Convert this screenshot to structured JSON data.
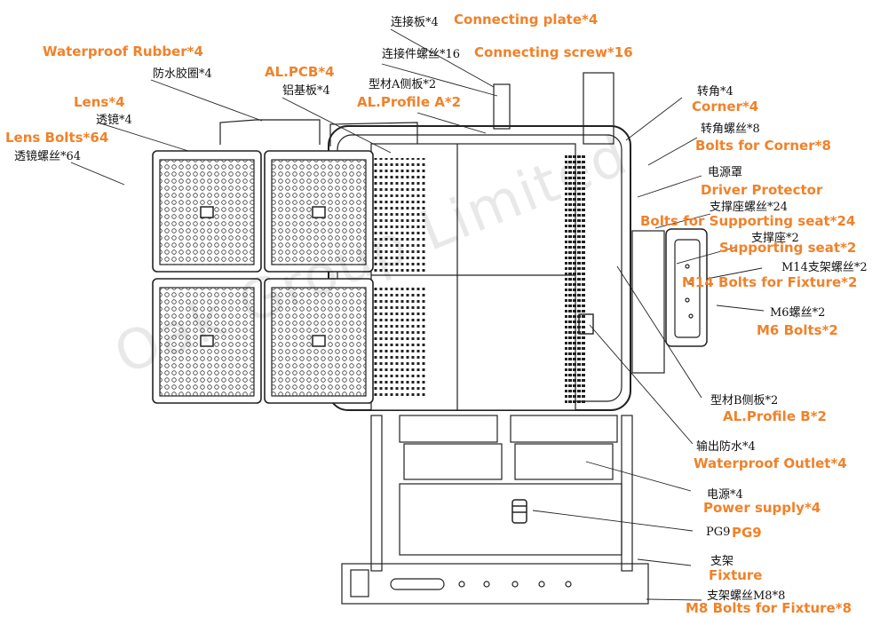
{
  "watermark": "Oak Group Limited",
  "accent_color": "#f0822a",
  "labels": [
    {
      "id": "connecting-plate",
      "cn": "连接板*4",
      "en": "Connecting plate*4"
    },
    {
      "id": "connecting-screw",
      "cn": "连接件螺丝*16",
      "en": "Connecting screw*16"
    },
    {
      "id": "waterproof-rubber",
      "cn": "防水胶圈*4",
      "en": "Waterproof Rubber*4"
    },
    {
      "id": "al-pcb",
      "cn": "铝基板*4",
      "en": "AL.PCB*4"
    },
    {
      "id": "al-profile-a",
      "cn": "型材A侧板*2",
      "en": "AL.Profile A*2"
    },
    {
      "id": "lens",
      "cn": "透镜*4",
      "en": "Lens*4"
    },
    {
      "id": "lens-bolts",
      "cn": "透镜螺丝*64",
      "en": "Lens Bolts*64"
    },
    {
      "id": "corner",
      "cn": "转角*4",
      "en": "Corner*4"
    },
    {
      "id": "bolts-corner",
      "cn": "转角螺丝*8",
      "en": "Bolts for Corner*8"
    },
    {
      "id": "driver-protector",
      "cn": "电源罩",
      "en": "Driver Protector"
    },
    {
      "id": "bolts-supporting-seat",
      "cn": "支撑座螺丝*24",
      "en": "Bolts for Supporting seat*24"
    },
    {
      "id": "supporting-seat",
      "cn": "支撑座*2",
      "en": "Supporting seat*2"
    },
    {
      "id": "m14-bolts",
      "cn": "M14支架螺丝*2",
      "en": "M14 Bolts for Fixture*2"
    },
    {
      "id": "m6-bolts",
      "cn": "M6螺丝*2",
      "en": "M6 Bolts*2"
    },
    {
      "id": "al-profile-b",
      "cn": "型材B侧板*2",
      "en": "AL.Profile B*2"
    },
    {
      "id": "waterproof-outlet",
      "cn": "输出防水*4",
      "en": "Waterproof Outlet*4"
    },
    {
      "id": "power-supply",
      "cn": "电源*4",
      "en": "Power supply*4"
    },
    {
      "id": "pg9",
      "cn": "PG9",
      "en": "PG9"
    },
    {
      "id": "fixture",
      "cn": "支架",
      "en": "Fixture"
    },
    {
      "id": "m8-bolts",
      "cn": "支架螺丝M8*8",
      "en": "M8 Bolts for Fixture*8"
    }
  ]
}
